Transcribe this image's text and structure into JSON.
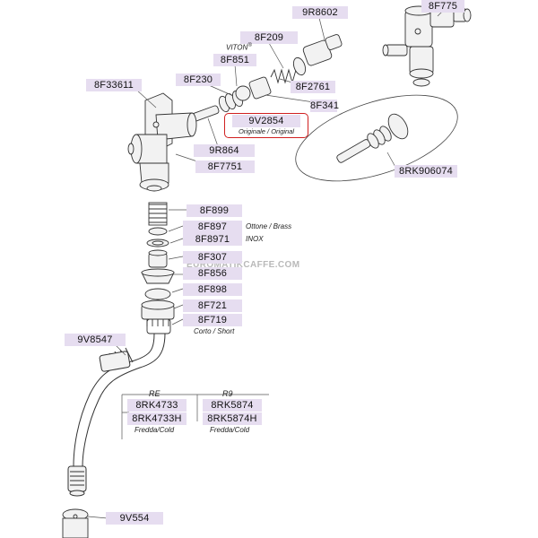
{
  "diagram": {
    "labels": {
      "p8F775": "8F775",
      "p9R8602": "9R8602",
      "p8F209": "8F209",
      "p8F851": "8F851",
      "p8F230": "8F230",
      "p8F33611": "8F33611",
      "p8F2761": "8F2761",
      "p8F341": "8F341",
      "p9V2854": "9V2854",
      "p9R864": "9R864",
      "p8F7751": "8F7751",
      "p8RK906074": "8RK906074",
      "p8F899": "8F899",
      "p8F897": "8F897",
      "p8F8971": "8F8971",
      "p8F307": "8F307",
      "p8F856": "8F856",
      "p8F898": "8F898",
      "p8F721": "8F721",
      "p8F719": "8F719",
      "p9V8547": "9V8547",
      "p8RK4733": "8RK4733",
      "p8RK4733H": "8RK4733H",
      "p8RK5874": "8RK5874",
      "p8RK5874H": "8RK5874H",
      "p9V554": "9V554"
    },
    "notes": {
      "viton": "VITON",
      "viton_mark": "®",
      "originale": "Originale / Original",
      "ottone": "Ottone / Brass",
      "inox": "INOX",
      "corto": "Corto / Short",
      "fredda1": "Fredda/Cold",
      "fredda2": "Fredda/Cold",
      "re": "RE",
      "r9": "R9"
    },
    "watermark": "EUROMATIKCAFFE.COM",
    "colors": {
      "label_bg": "#e6ddf0",
      "highlight_border": "#d02020",
      "line": "#444444"
    }
  }
}
